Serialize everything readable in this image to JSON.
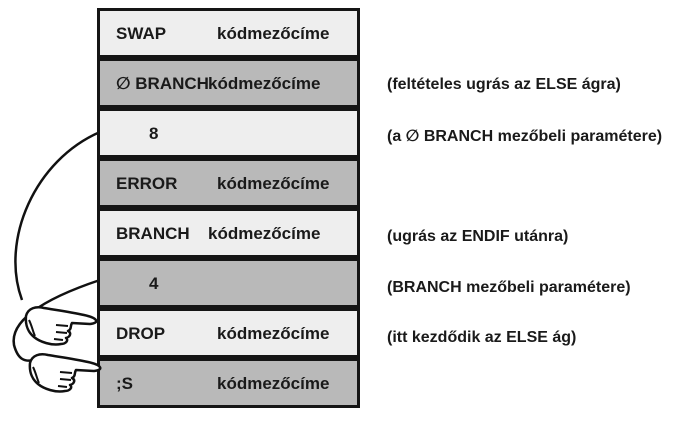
{
  "cells": [
    {
      "word": "SWAP",
      "addr": "kódmezőcíme",
      "note": ""
    },
    {
      "word": "∅ BRANCH",
      "addr": "kódmezőcíme",
      "note": "(feltételes ugrás az ELSE ágra)"
    },
    {
      "word": "8",
      "addr": "",
      "note": "(a ∅ BRANCH mezőbeli paramétere)"
    },
    {
      "word": "ERROR",
      "addr": "kódmezőcíme",
      "note": ""
    },
    {
      "word": "BRANCH",
      "addr": "kódmezőcíme",
      "note": "(ugrás az ENDIF utánra)"
    },
    {
      "word": "4",
      "addr": "",
      "note": "(BRANCH mezőbeli paramétere)"
    },
    {
      "word": "DROP",
      "addr": "kódmezőcíme",
      "note": "(itt kezdődik az ELSE ág)"
    },
    {
      "word": ";S",
      "addr": "kódmezőcíme",
      "note": ""
    }
  ],
  "icons": [
    "pointing-hand-icon",
    "pointing-hand-icon"
  ]
}
